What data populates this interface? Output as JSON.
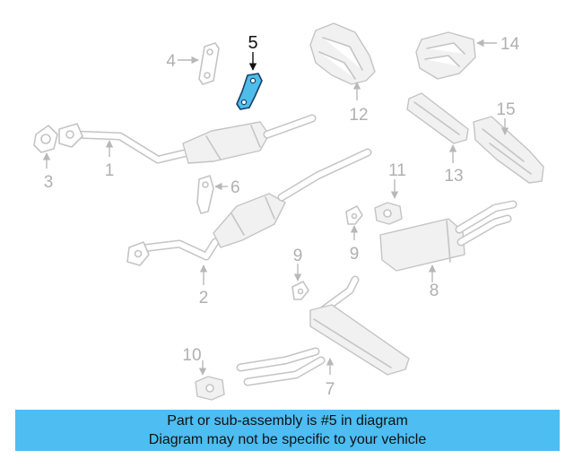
{
  "callouts": {
    "c1": "1",
    "c2": "2",
    "c3": "3",
    "c4": "4",
    "c5": "5",
    "c6": "6",
    "c7": "7",
    "c8": "8",
    "c9": "9",
    "c10": "10",
    "c11": "11",
    "c12": "12",
    "c13": "13",
    "c14": "14",
    "c15": "15"
  },
  "highlight_part": "5",
  "colors": {
    "highlight": "#4fbde9",
    "banner": "#4dbdf2",
    "parts": "#c4c4c4"
  },
  "banner": {
    "line1": "Part or sub-assembly is #5 in diagram",
    "line2": "Diagram may not be specific to your vehicle"
  }
}
